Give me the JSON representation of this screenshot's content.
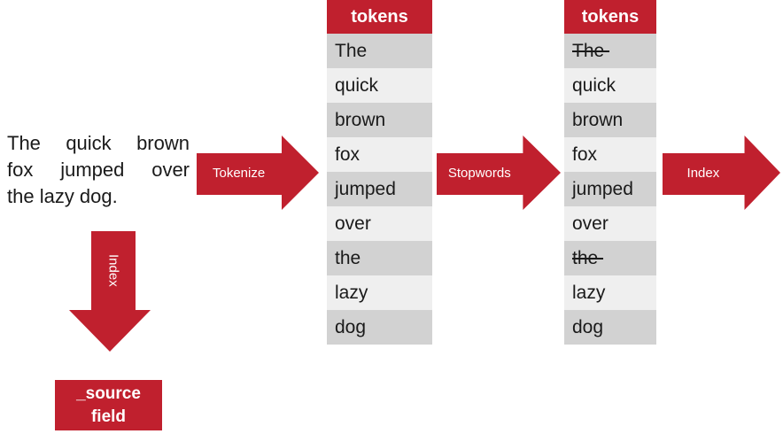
{
  "colors": {
    "red": "#C0202E",
    "row_dark": "#D2D2D2",
    "row_light": "#EFEFEF",
    "text": "#1A1A1A"
  },
  "paragraph": {
    "full_text": "The quick brown fox jumped over the lazy dog.",
    "lines": [
      "The quick brown",
      "fox jumped over",
      "the lazy dog."
    ]
  },
  "arrows": {
    "tokenize": {
      "label": "Tokenize"
    },
    "stopwords": {
      "label": "Stopwords"
    },
    "index_right": {
      "label": "Index"
    },
    "index_down": {
      "label": "Index"
    }
  },
  "tables": [
    {
      "header": "tokens",
      "rows": [
        {
          "text": "The",
          "struck": false
        },
        {
          "text": "quick",
          "struck": false
        },
        {
          "text": "brown",
          "struck": false
        },
        {
          "text": "fox",
          "struck": false
        },
        {
          "text": "jumped",
          "struck": false
        },
        {
          "text": "over",
          "struck": false
        },
        {
          "text": "the",
          "struck": false
        },
        {
          "text": "lazy",
          "struck": false
        },
        {
          "text": "dog",
          "struck": false
        }
      ]
    },
    {
      "header": "tokens",
      "rows": [
        {
          "text": "The",
          "struck": true
        },
        {
          "text": "quick",
          "struck": false
        },
        {
          "text": "brown",
          "struck": false
        },
        {
          "text": "fox",
          "struck": false
        },
        {
          "text": "jumped",
          "struck": false
        },
        {
          "text": "over",
          "struck": false
        },
        {
          "text": "the",
          "struck": true
        },
        {
          "text": "lazy",
          "struck": false
        },
        {
          "text": "dog",
          "struck": false
        }
      ]
    }
  ],
  "source_field": {
    "label": "_source field"
  }
}
